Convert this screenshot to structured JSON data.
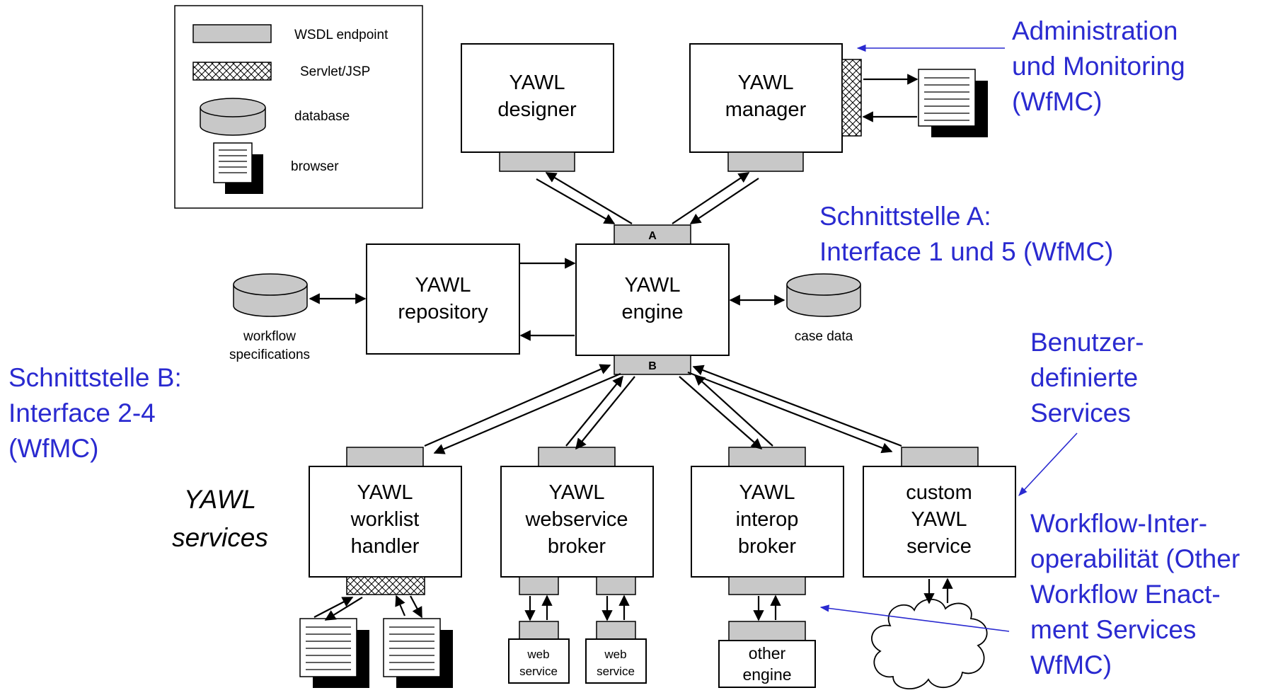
{
  "legend": {
    "wsdl": "WSDL endpoint",
    "servlet": "Servlet/JSP",
    "database": "database",
    "browser": "browser"
  },
  "components": {
    "designer": [
      "YAWL",
      "designer"
    ],
    "manager": [
      "YAWL",
      "manager"
    ],
    "repository": [
      "YAWL",
      "repository"
    ],
    "engine": [
      "YAWL",
      "engine"
    ],
    "worklist": [
      "YAWL",
      "worklist",
      "handler"
    ],
    "webservice_broker": [
      "YAWL",
      "webservice",
      "broker"
    ],
    "interop": [
      "YAWL",
      "interop",
      "broker"
    ],
    "custom": [
      "custom",
      "YAWL",
      "service"
    ]
  },
  "ports": {
    "a": "A",
    "b": "B"
  },
  "databases": {
    "workflow_spec": [
      "workflow",
      "specifications"
    ],
    "case_data": "case data"
  },
  "externals": {
    "web_service_1": [
      "web",
      "service"
    ],
    "web_service_2": [
      "web",
      "service"
    ],
    "other_engine": [
      "other",
      "engine"
    ]
  },
  "services_label": [
    "YAWL",
    "services"
  ],
  "annotations": {
    "admin": [
      "Administration",
      "und Monitoring",
      "(WfMC)"
    ],
    "interface_a": [
      "Schnittstelle A:",
      "Interface 1 und 5 (WfMC)"
    ],
    "interface_b": [
      "Schnittstelle B:",
      "Interface 2-4",
      "(WfMC)"
    ],
    "user_defined": [
      "Benutzer-",
      "definierte",
      "Services"
    ],
    "interop": [
      "Workflow-Inter-",
      "operabilität (Other",
      "Workflow Enact-",
      "ment Services",
      "WfMC)"
    ]
  },
  "colors": {
    "annotation": "#2a2ad0",
    "port_fill": "#c8c8c8",
    "line": "#000000"
  }
}
